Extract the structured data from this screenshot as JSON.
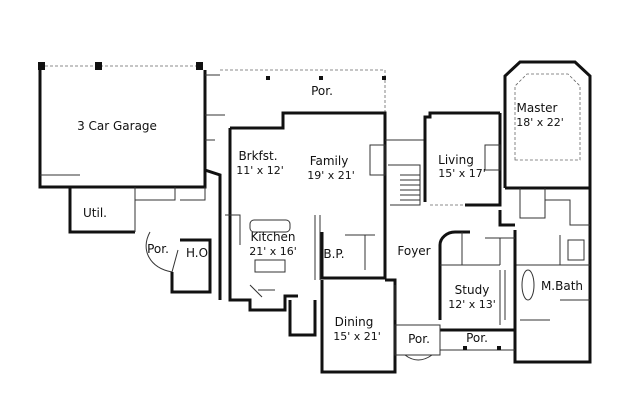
{
  "plan": {
    "rooms": [
      {
        "id": "garage",
        "name": "3 Car Garage",
        "size": ""
      },
      {
        "id": "porch-rear",
        "name": "Por.",
        "size": ""
      },
      {
        "id": "master",
        "name": "Master",
        "size": "18' x 22'"
      },
      {
        "id": "brkfst",
        "name": "Brkfst.",
        "size": "11' x 12'"
      },
      {
        "id": "family",
        "name": "Family",
        "size": "19' x 21'"
      },
      {
        "id": "living",
        "name": "Living",
        "size": "15' x 17'"
      },
      {
        "id": "util",
        "name": "Util.",
        "size": ""
      },
      {
        "id": "kitchen",
        "name": "Kitchen",
        "size": "21' x 16'"
      },
      {
        "id": "porch-side",
        "name": "Por.",
        "size": ""
      },
      {
        "id": "ho",
        "name": "H.O",
        "size": ""
      },
      {
        "id": "bp",
        "name": "B.P.",
        "size": ""
      },
      {
        "id": "foyer",
        "name": "Foyer",
        "size": ""
      },
      {
        "id": "study",
        "name": "Study",
        "size": "12' x 13'"
      },
      {
        "id": "mbath",
        "name": "M.Bath",
        "size": ""
      },
      {
        "id": "dining",
        "name": "Dining",
        "size": "15' x 21'"
      },
      {
        "id": "porch-front",
        "name": "Por.",
        "size": ""
      },
      {
        "id": "porch-study",
        "name": "Por.",
        "size": ""
      }
    ],
    "line_color": "#111111"
  }
}
